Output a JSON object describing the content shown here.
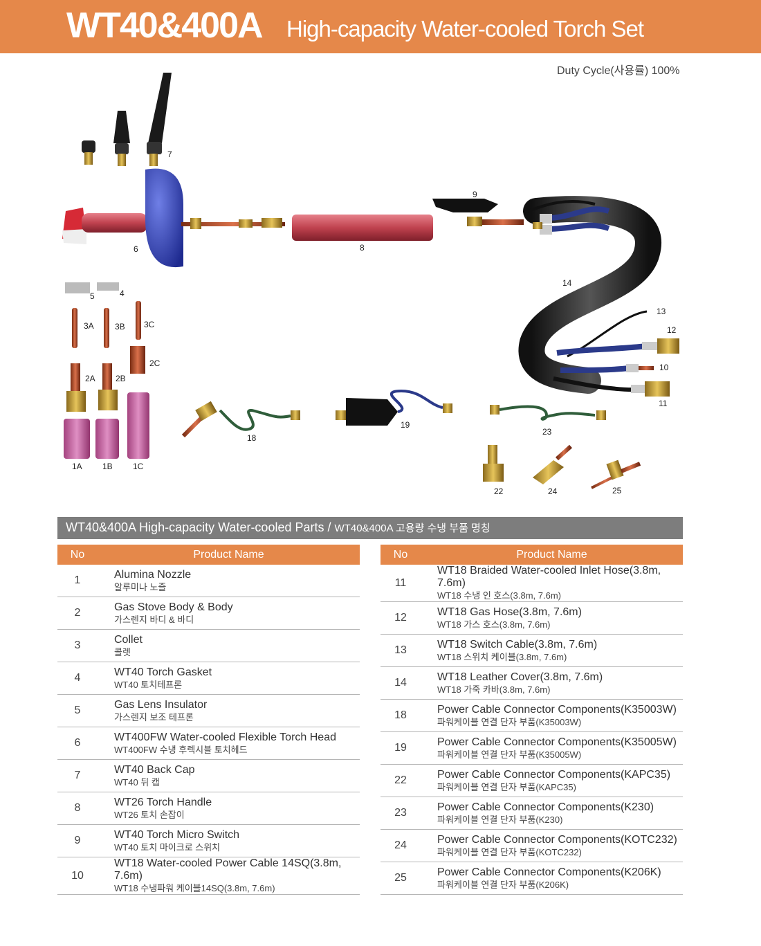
{
  "header": {
    "model": "WT40&400A",
    "subtitle": "High-capacity Water-cooled Torch Set"
  },
  "duty_cycle": "Duty Cycle(사용률) 100%",
  "diagram_labels": [
    "7",
    "6",
    "8",
    "9",
    "14",
    "13",
    "12",
    "10",
    "11",
    "5",
    "4",
    "3A",
    "3B",
    "3C",
    "2C",
    "2A",
    "2B",
    "1A",
    "1B",
    "1C",
    "18",
    "19",
    "23",
    "22",
    "24",
    "25"
  ],
  "section": {
    "title": "WT40&400A High-capacity Water-cooled Parts",
    "separator": "/",
    "title_kr": "WT40&400A 고용량 수냉 부품 명칭"
  },
  "table_header": {
    "no": "No",
    "name": "Product Name"
  },
  "left_parts": [
    {
      "no": "1",
      "en": "Alumina Nozzle",
      "kr": "알루미나 노즐"
    },
    {
      "no": "2",
      "en": "Gas Stove Body & Body",
      "kr": "가스렌지 바디 & 바디"
    },
    {
      "no": "3",
      "en": "Collet",
      "kr": "콜렛"
    },
    {
      "no": "4",
      "en": "WT40 Torch Gasket",
      "kr": "WT40 토치테프론"
    },
    {
      "no": "5",
      "en": "Gas Lens Insulator",
      "kr": "가스렌지 보조 테프론"
    },
    {
      "no": "6",
      "en": "WT400FW Water-cooled Flexible Torch Head",
      "kr": "WT400FW 수냉  후렉시블 토치헤드"
    },
    {
      "no": "7",
      "en": "WT40 Back Cap",
      "kr": "WT40 뒤 캡"
    },
    {
      "no": "8",
      "en": "WT26 Torch Handle",
      "kr": "WT26 토치 손잡이"
    },
    {
      "no": "9",
      "en": "WT40 Torch Micro Switch",
      "kr": "WT40 토치 마이크로 스위치"
    },
    {
      "no": "10",
      "en": "WT18 Water-cooled Power Cable 14SQ(3.8m, 7.6m)",
      "kr": "WT18 수냉파워 케이블14SQ(3.8m, 7.6m)"
    }
  ],
  "right_parts": [
    {
      "no": "11",
      "en": "WT18 Braided Water-cooled Inlet Hose(3.8m, 7.6m)",
      "kr": "WT18 수냉 인 호스(3.8m, 7.6m)"
    },
    {
      "no": "12",
      "en": "WT18 Gas Hose(3.8m, 7.6m)",
      "kr": "WT18  가스 호스(3.8m, 7.6m)"
    },
    {
      "no": "13",
      "en": "WT18 Switch Cable(3.8m, 7.6m)",
      "kr": "WT18 스위치 케이블(3.8m, 7.6m)"
    },
    {
      "no": "14",
      "en": "WT18 Leather Cover(3.8m, 7.6m)",
      "kr": "WT18 가죽 카바(3.8m, 7.6m)"
    },
    {
      "no": "18",
      "en": "Power Cable Connector Components(K35003W)",
      "kr": "파워케이블 연결 단자 부품(K35003W)"
    },
    {
      "no": "19",
      "en": "Power Cable Connector Components(K35005W)",
      "kr": "파워케이블 연결 단자 부품(K35005W)"
    },
    {
      "no": "22",
      "en": "Power Cable Connector Components(KAPC35)",
      "kr": "파워케이블 연결 단자 부품(KAPC35)"
    },
    {
      "no": "23",
      "en": "Power Cable Connector Components(K230)",
      "kr": "파워케이블 연결 단자 부품(K230)"
    },
    {
      "no": "24",
      "en": "Power Cable Connector Components(KOTC232)",
      "kr": "파워케이블 연결 단자 부품(KOTC232)"
    },
    {
      "no": "25",
      "en": "Power Cable Connector Components(K206K)",
      "kr": "파워케이블 연결 단자 부품(K206K)"
    }
  ]
}
